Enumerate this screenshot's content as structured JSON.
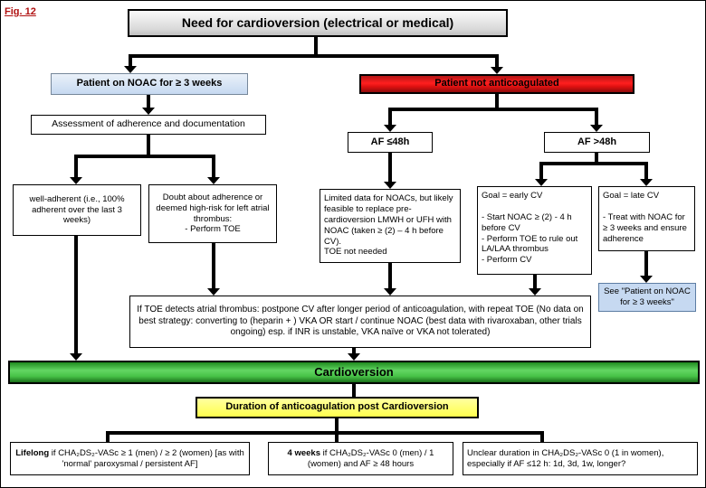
{
  "fig_label": "Fig. 12",
  "colors": {
    "title_gray": "#d9d9d9",
    "noac_blue": "#c6d9f1",
    "alert_red": "#ff1f1f",
    "green": "#47c247",
    "yellow": "#ffff4d"
  },
  "nodes": {
    "title": "Need for cardioversion (electrical or medical)",
    "patient_on_noac": "Patient on NOAC for ≥ 3 weeks",
    "patient_not_anticoagulated": "Patient not anticoagulated",
    "assessment": "Assessment of adherence and documentation",
    "af_le_48h": "AF ≤48h",
    "af_gt_48h": "AF >48h",
    "well_adherent": "well-adherent (i.e., 100% adherent over the last 3 weeks)",
    "doubt_adherence": "Doubt about adherence or deemed high-risk for left atrial thrombus:\n- Perform TOE",
    "limited_data": "Limited data for NOACs, but likely feasible to replace pre-cardioversion LMWH or UFH with NOAC (taken ≥ (2) – 4 h before CV).\nTOE not needed",
    "goal_early_cv": "Goal = early CV\n\n- Start NOAC ≥ (2) - 4 h before CV\n- Perform TOE to rule out LA/LAA thrombus\n- Perform CV",
    "goal_late_cv": "Goal = late CV\n\n- Treat with NOAC for ≥ 3 weeks and ensure adherence",
    "see_patient_on_noac": "See \"Patient on NOAC for ≥ 3 weeks\"",
    "toe_thrombus": "If TOE detects atrial thrombus: postpone CV after longer period of anticoagulation, with repeat TOE (No data on best strategy: converting to (heparin + ) VKA  OR  start / continue NOAC (best data with rivaroxaban, other trials ongoing) esp. if INR is unstable, VKA naïve or VKA not tolerated)",
    "cardioversion": "Cardioversion",
    "duration_post_cv": "Duration of anticoagulation post Cardioversion",
    "lifelong": {
      "bold": "Lifelong",
      "rest": " if  CHA₂DS₂-VASc ≥ 1 (men) / ≥ 2 (women) [as with 'normal' paroxysmal / persistent AF]"
    },
    "four_weeks": {
      "bold": "4 weeks",
      "rest": " if CHA₂DS₂-VASc 0 (men) / 1 (women) and AF ≥ 48 hours"
    },
    "unclear_duration": "Unclear duration in CHA₂DS₂-VASc 0 (1 in women), especially if AF  ≤12 h: 1d, 3d, 1w, longer?"
  }
}
